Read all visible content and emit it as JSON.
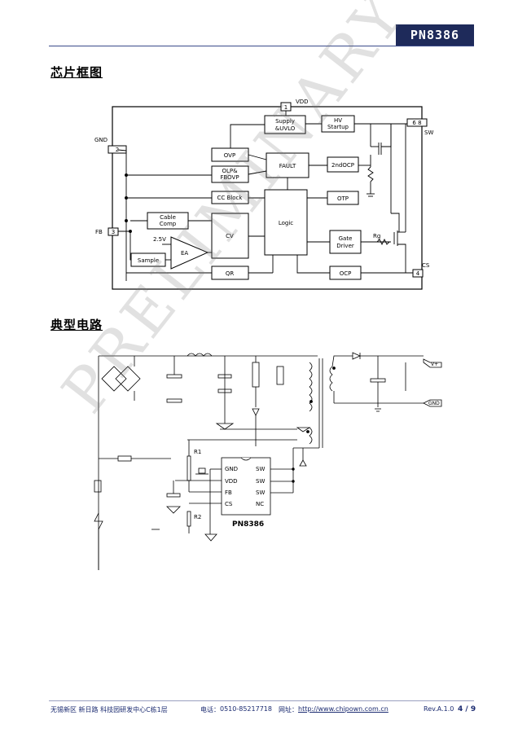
{
  "header": {
    "part_number": "PN8386"
  },
  "sections": {
    "block_diagram_title": "芯片框图",
    "application_title": "典型电路"
  },
  "block_diagram": {
    "pins": {
      "vdd_num": "1",
      "vdd_label": "VDD",
      "gnd_num": "2",
      "gnd_label": "GND",
      "fb_num": "3",
      "fb_label": "FB",
      "sw_num": "6  8",
      "sw_label": "SW",
      "cs_num": "4",
      "cs_label": "CS"
    },
    "blocks": {
      "supply_1": "Supply",
      "supply_2": "&UVLO",
      "hv_1": "HV",
      "hv_2": "Startup",
      "ovp": "OVP",
      "olp_1": "OLP&",
      "olp_2": "FBOVP",
      "fault": "FAULT",
      "ocp2": "2ndOCP",
      "ccblock": "CC Block",
      "otp": "OTP",
      "cable_1": "Cable",
      "cable_2": "Comp",
      "cv": "CV",
      "logic": "Logic",
      "gate_1": "Gate",
      "gate_2": "Driver",
      "ea": "EA",
      "ref": "2.5V",
      "sample": "Sample",
      "qr": "QR",
      "ocp": "OCP",
      "rg": "Rg"
    }
  },
  "application": {
    "ic_name": "PN8386",
    "ic_left_pins": [
      "GND",
      "VDD",
      "FB",
      "CS"
    ],
    "ic_right_pins": [
      "SW",
      "SW",
      "SW",
      "NC"
    ],
    "r1": "R1",
    "r2": "R2",
    "vout": "V+",
    "gnd": "GND"
  },
  "watermark": "PRELIMINARY",
  "footer": {
    "address": "无锡新区 新日路 科技园研发中心C栋1层",
    "phone_label": "电话：",
    "phone": "0510-85217718",
    "web_label": "网址：",
    "website": "http://www.chipown.com.cn",
    "revision": "Rev.A.1.0",
    "page": "4 / 9"
  }
}
